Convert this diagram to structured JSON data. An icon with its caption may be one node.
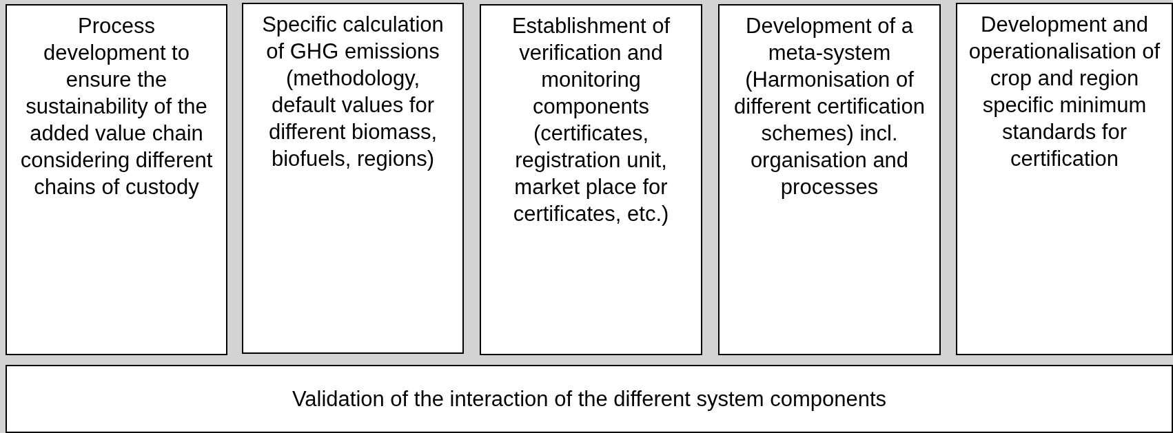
{
  "diagram": {
    "nodes": [
      {
        "text": [
          "Process development to ensure the sustainability of the added value chain considering different chains of custody"
        ]
      },
      {
        "text": [
          "Specific calculation of GHG emissions (methodology, default values for different biomass, biofuels, regions)"
        ]
      },
      {
        "text": [
          "Establishment of verification and monitoring components (certificates, registration unit, market place for certificates, etc.)"
        ]
      },
      {
        "text": [
          "Development of a meta-system (Harmonisation of different certification schemes) incl. organisation and processes"
        ]
      },
      {
        "text": [
          "Development and operationalisation of crop and region specific minimum standards for certification"
        ]
      },
      {
        "text": [
          "Validation of the interaction of the different system components"
        ]
      }
    ],
    "edges": []
  }
}
